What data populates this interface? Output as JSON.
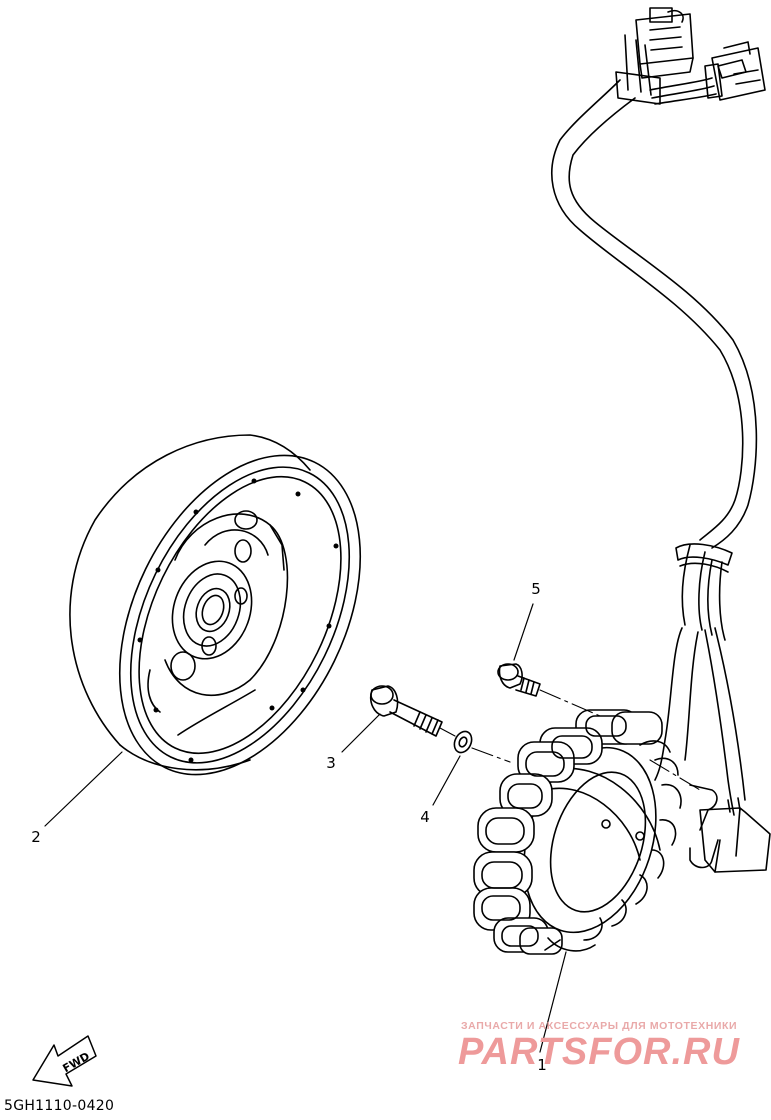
{
  "diagram": {
    "drawing_code": "5GH1110-0420",
    "fwd_label": "FWD",
    "watermark": {
      "tagline": "ЗАПЧАСТИ И АКСЕССУАРЫ ДЛЯ МОТОТЕХНИКИ",
      "logo": "PARTSFOR.RU"
    },
    "callouts": [
      {
        "id": "1",
        "part": "stator-assembly"
      },
      {
        "id": "2",
        "part": "rotor-flywheel"
      },
      {
        "id": "3",
        "part": "bolt"
      },
      {
        "id": "4",
        "part": "washer"
      },
      {
        "id": "5",
        "part": "screw"
      }
    ],
    "colors": {
      "line": "#000000",
      "watermark": "#ee9a9a",
      "background": "#ffffff"
    }
  }
}
